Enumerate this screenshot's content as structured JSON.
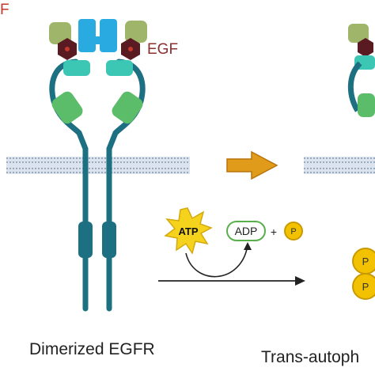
{
  "labels": {
    "egf": "EGF",
    "egf_partial": "F",
    "atp": "ATP",
    "adp": "ADP",
    "plus": "+",
    "phosphate": "P",
    "caption_left": "Dimerized EGFR",
    "caption_right": "Trans-autoph"
  },
  "colors": {
    "receptor_teal": "#1d6f82",
    "receptor_blue": "#29abe2",
    "domain_olive": "#9fb56a",
    "domain_green": "#5bbd6a",
    "domain_aqua": "#3cc6b4",
    "egf_hex": "#5a1a22",
    "membrane": "#b7c4d2",
    "arrow_orange": "#e09b1a",
    "atp_star": "#f5d21c",
    "phosphate": "#f2c200",
    "adp_border": "#58b04a",
    "egf_text": "#8b2f2f"
  }
}
